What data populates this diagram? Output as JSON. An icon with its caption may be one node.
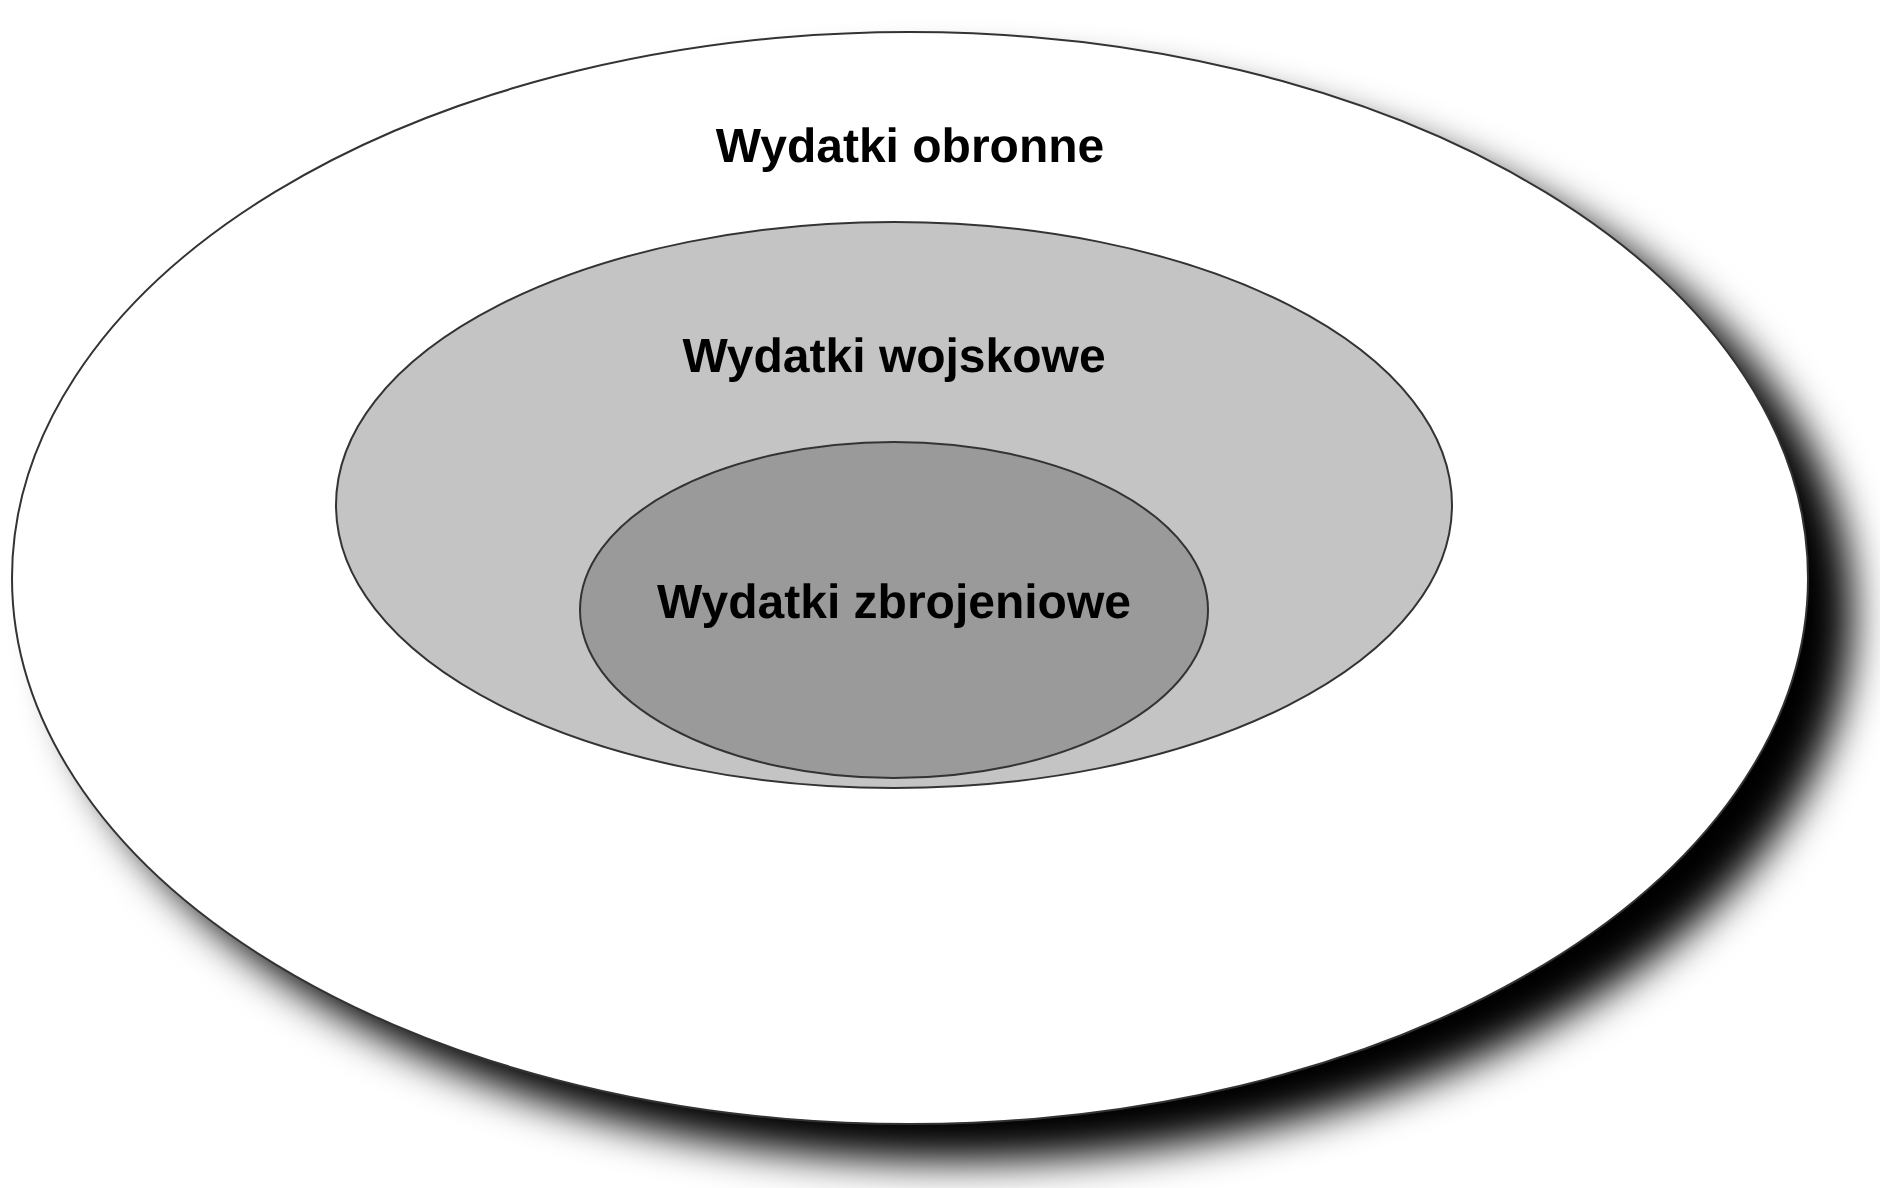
{
  "diagram": {
    "nodes": [
      {
        "text": [
          "Wydatki obronne"
        ]
      },
      {
        "text": [
          "Wydatki wojskowe"
        ],
        "in": 0
      },
      {
        "text": [
          "Wydatki zbrojeniowe"
        ],
        "in": 1
      }
    ]
  }
}
